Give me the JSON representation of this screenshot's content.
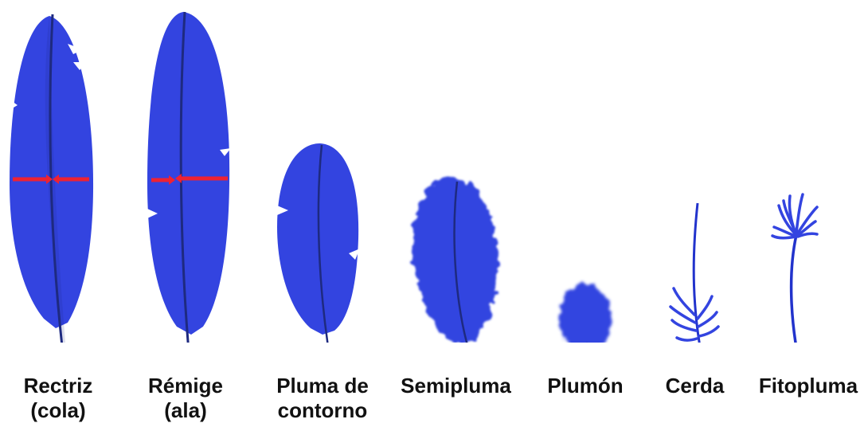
{
  "colors": {
    "feather": "#3344e0",
    "feather_dark": "#2233cc",
    "shaft": "#1e2a80",
    "marker": "#ee2233"
  },
  "feathers": [
    {
      "id": "rectriz",
      "line1": "Rectriz",
      "line2": "(cola)",
      "has_width_marker": true
    },
    {
      "id": "remige",
      "line1": "Rémige",
      "line2": "(ala)",
      "has_width_marker": true
    },
    {
      "id": "contorno",
      "line1": "Pluma de",
      "line2": "contorno",
      "has_width_marker": false
    },
    {
      "id": "semipluma",
      "line1": "Semipluma",
      "line2": "",
      "has_width_marker": false
    },
    {
      "id": "plumon",
      "line1": "Plumón",
      "line2": "",
      "has_width_marker": false
    },
    {
      "id": "cerda",
      "line1": "Cerda",
      "line2": "",
      "has_width_marker": false
    },
    {
      "id": "fitopluma",
      "line1": "Fitopluma",
      "line2": "",
      "has_width_marker": false
    }
  ]
}
